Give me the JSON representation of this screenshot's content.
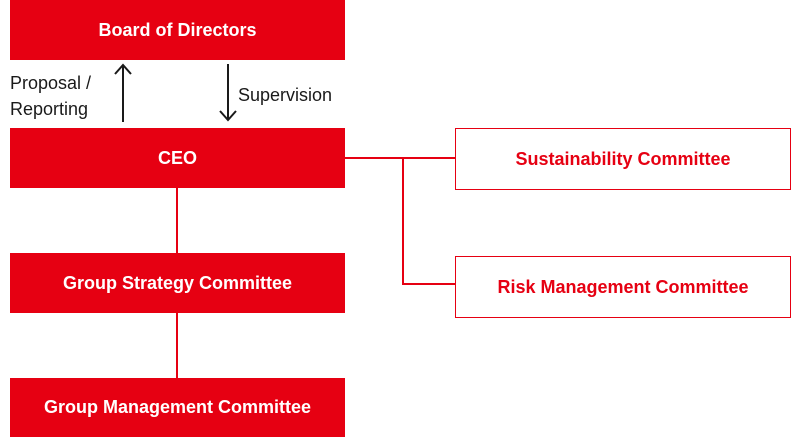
{
  "diagram": {
    "nodes": {
      "board": "Board of Directors",
      "ceo": "CEO",
      "group_strategy": "Group Strategy Committee",
      "group_management": "Group Management Committee",
      "sustainability": "Sustainability Committee",
      "risk_management": "Risk Management Committee"
    },
    "edge_labels": {
      "proposal_line1": "Proposal /",
      "proposal_line2": "Reporting",
      "supervision": "Supervision"
    }
  },
  "colors": {
    "accent": "#e60012",
    "text": "#1a1a1a",
    "background": "#ffffff"
  },
  "icons": [
    "arrow-up-icon",
    "arrow-down-icon"
  ]
}
